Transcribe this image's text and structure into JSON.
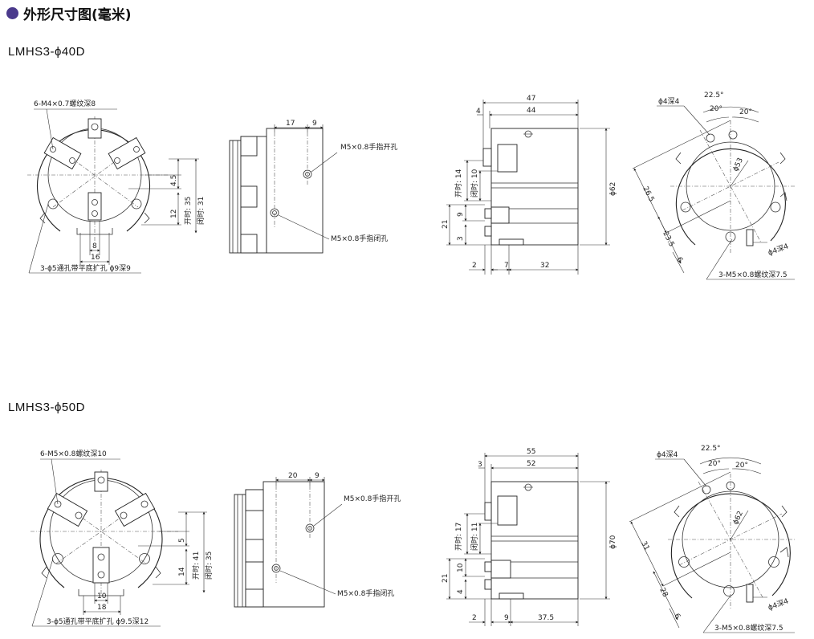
{
  "header": {
    "title": "外形尺寸图(毫米)"
  },
  "models": [
    {
      "name": "LMHS3-ϕ40D",
      "front": {
        "thread_label": "6-M4×0.7螺纹深8",
        "hole_label": "3-ϕ5通孔带平底扩孔 ϕ9深9",
        "dim_8": "8",
        "dim_16": "16",
        "dim_45": "4.5",
        "dim_12": "12",
        "open_label": "开时: 35",
        "close_label": "闭时: 31"
      },
      "side": {
        "dim_17": "17",
        "dim_9": "9",
        "open_hole": "M5×0.8手指开孔",
        "close_hole": "M5×0.8手指闭孔"
      },
      "top": {
        "dim_47": "47",
        "dim_44": "44",
        "dim_4": "4",
        "open_label": "开时: 14",
        "close_label": "闭时: 10",
        "dim_21": "21",
        "dim_9": "9",
        "dim_3": "3",
        "dim_2": "2",
        "dim_7": "7",
        "dim_32": "32",
        "dia": "ϕ62"
      },
      "rear": {
        "deep_hole": "ϕ4深4",
        "angle_225": "22.5°",
        "angle_20a": "20°",
        "angle_20b": "20°",
        "dia": "ϕ53",
        "dim_265": "26.5",
        "dim_235": "23.5",
        "dim_6": "6",
        "hole_right": "ϕ4深4",
        "thread": "3-M5×0.8螺纹深7.5"
      }
    },
    {
      "name": "LMHS3-ϕ50D",
      "front": {
        "thread_label": "6-M5×0.8螺纹深10",
        "hole_label": "3-ϕ5通孔带平底扩孔 ϕ9.5深12",
        "dim_8": "10",
        "dim_16": "18",
        "dim_45": "5",
        "dim_12": "14",
        "open_label": "开时: 41",
        "close_label": "闭时: 35"
      },
      "side": {
        "dim_17": "20",
        "dim_9": "9",
        "open_hole": "M5×0.8手指开孔",
        "close_hole": "M5×0.8手指闭孔"
      },
      "top": {
        "dim_47": "55",
        "dim_44": "52",
        "dim_4": "3",
        "open_label": "开时: 17",
        "close_label": "闭时: 11",
        "dim_21": "21",
        "dim_9": "10",
        "dim_3": "4",
        "dim_2": "2",
        "dim_7": "9",
        "dim_32": "37.5",
        "dia": "ϕ70"
      },
      "rear": {
        "deep_hole": "ϕ4深4",
        "angle_225": "22.5°",
        "angle_20a": "20°",
        "angle_20b": "20°",
        "dia": "ϕ62",
        "dim_265": "31",
        "dim_235": "28",
        "dim_6": "6",
        "hole_right": "ϕ4深4",
        "thread": "3-M5×0.8螺纹深7.5"
      }
    }
  ]
}
